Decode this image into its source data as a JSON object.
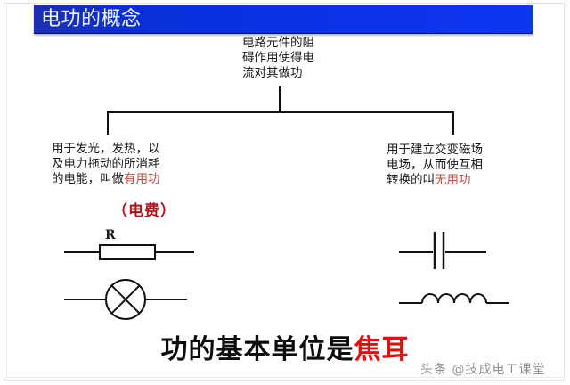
{
  "slide": {
    "title": "电功的概念",
    "background_color": "#ffffff",
    "banner_color": "#0a31e2",
    "banner_text_color": "#f2f4ff"
  },
  "top_node": {
    "text": "电路元件的阻\n碍作用使得电\n流对其做功"
  },
  "branches": {
    "left": {
      "text_plain": "用于发光，发热，以\n及电力拖动的所消耗\n的电能，叫做",
      "text_highlight": "有用功",
      "highlight_color": "#c44b3e",
      "sub_label": "（电费）",
      "sub_label_color": "#b5121b",
      "symbols": [
        {
          "name": "resistor",
          "label": "R"
        },
        {
          "name": "lamp",
          "label": ""
        }
      ]
    },
    "right": {
      "text_plain": "用于建立交变磁场\n电场，从而使互相\n转换的叫",
      "text_highlight": "无用功",
      "highlight_color": "#c44b3e",
      "symbols": [
        {
          "name": "capacitor",
          "label": ""
        },
        {
          "name": "inductor",
          "label": ""
        }
      ]
    }
  },
  "bottom_heading": {
    "prefix": "功的基本单位是",
    "highlight": "焦耳",
    "highlight_color": "#e0110c"
  },
  "watermark": {
    "text": "头条 @技成电工课堂"
  }
}
